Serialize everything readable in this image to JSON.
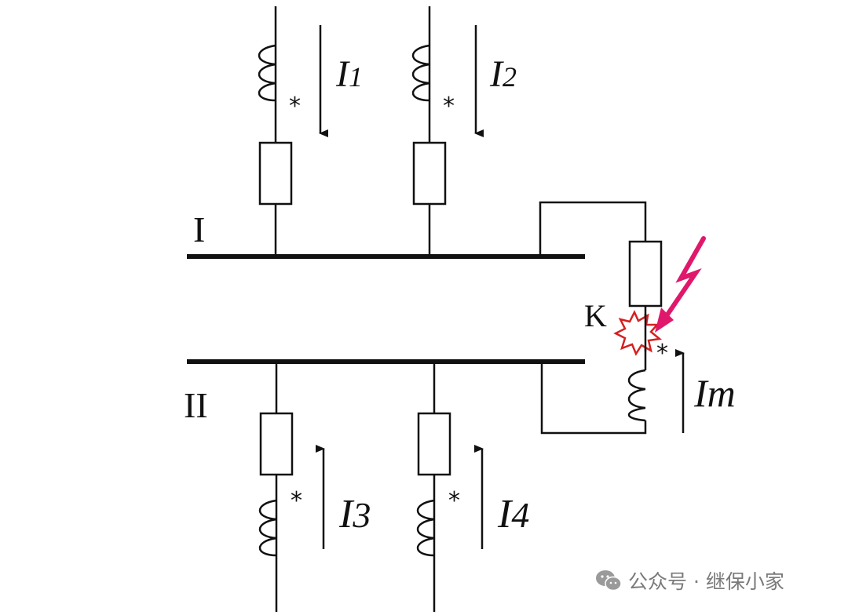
{
  "diagram": {
    "bus_labels": {
      "bus1": "I",
      "bus2": "II"
    },
    "branch_currents": {
      "i1": {
        "main": "I",
        "sub": "1"
      },
      "i2": {
        "main": "I",
        "sub": "2"
      },
      "i3": {
        "main": "I",
        "sub": "3"
      },
      "i4": {
        "main": "I",
        "sub": "4"
      },
      "im": "Im"
    },
    "fault_label": "K",
    "polarity_mark": "*",
    "colors": {
      "line": "#111111",
      "fault_outline": "#d42020",
      "fault_fill": "#ffffff",
      "lightning": "#e0186c"
    }
  },
  "watermark": {
    "icon": "wechat-icon",
    "text": "公众号 · 继保小家"
  }
}
